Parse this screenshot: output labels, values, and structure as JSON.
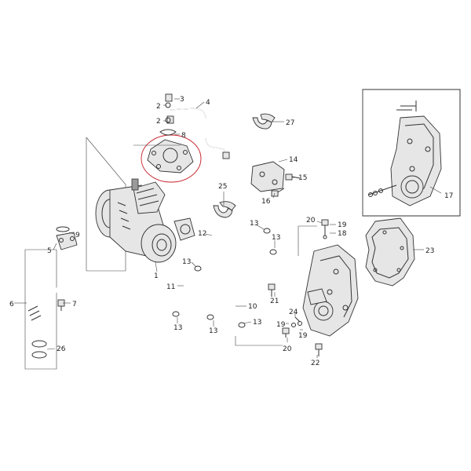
{
  "colors": {
    "line": "#333333",
    "highlight": "#c8202a",
    "background": "#ffffff"
  },
  "callouts": [
    {
      "id": "c2a",
      "text": "2"
    },
    {
      "id": "c3",
      "text": "3"
    },
    {
      "id": "c4",
      "text": "4"
    },
    {
      "id": "c2b",
      "text": "2"
    },
    {
      "id": "c8",
      "text": "8"
    },
    {
      "id": "c27",
      "text": "27"
    },
    {
      "id": "c14",
      "text": "14"
    },
    {
      "id": "c15",
      "text": "15"
    },
    {
      "id": "c25",
      "text": "25"
    },
    {
      "id": "c16",
      "text": "16"
    },
    {
      "id": "c17",
      "text": "17"
    },
    {
      "id": "c5",
      "text": "5"
    },
    {
      "id": "c9",
      "text": "9"
    },
    {
      "id": "c12",
      "text": "12"
    },
    {
      "id": "c13a",
      "text": "13"
    },
    {
      "id": "c13b",
      "text": "13"
    },
    {
      "id": "c13c",
      "text": "13"
    },
    {
      "id": "c13d",
      "text": "13"
    },
    {
      "id": "c13e",
      "text": "13"
    },
    {
      "id": "c13f",
      "text": "13"
    },
    {
      "id": "c1",
      "text": "1"
    },
    {
      "id": "c11",
      "text": "11"
    },
    {
      "id": "c10",
      "text": "10"
    },
    {
      "id": "c6",
      "text": "6"
    },
    {
      "id": "c7",
      "text": "7"
    },
    {
      "id": "c26",
      "text": "26"
    },
    {
      "id": "c20a",
      "text": "20"
    },
    {
      "id": "c19a",
      "text": "19"
    },
    {
      "id": "c18",
      "text": "18"
    },
    {
      "id": "c23",
      "text": "23"
    },
    {
      "id": "c21",
      "text": "21"
    },
    {
      "id": "c24",
      "text": "24"
    },
    {
      "id": "c19b",
      "text": "19"
    },
    {
      "id": "c19c",
      "text": "19"
    },
    {
      "id": "c20b",
      "text": "20"
    },
    {
      "id": "c22",
      "text": "22"
    }
  ]
}
